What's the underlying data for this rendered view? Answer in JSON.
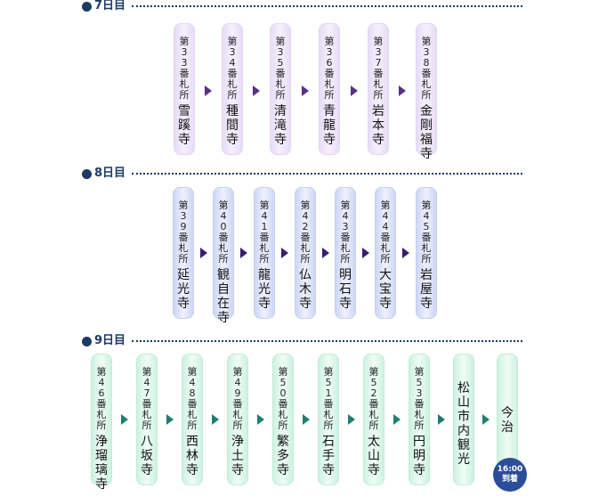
{
  "days": [
    {
      "label": "7日目",
      "theme": "v7",
      "stops": [
        {
          "number": "第33番札所",
          "name": "雪蹊寺"
        },
        {
          "number": "第34番札所",
          "name": "種間寺"
        },
        {
          "number": "第35番札所",
          "name": "清滝寺"
        },
        {
          "number": "第36番札所",
          "name": "青龍寺"
        },
        {
          "number": "第37番札所",
          "name": "岩本寺"
        },
        {
          "number": "第38番札所",
          "name": "金剛福寺"
        }
      ]
    },
    {
      "label": "8日目",
      "theme": "v8",
      "stops": [
        {
          "number": "第39番札所",
          "name": "延光寺"
        },
        {
          "number": "第40番札所",
          "name": "観自在寺"
        },
        {
          "number": "第41番札所",
          "name": "龍光寺"
        },
        {
          "number": "第42番札所",
          "name": "仏木寺"
        },
        {
          "number": "第43番札所",
          "name": "明石寺"
        },
        {
          "number": "第44番札所",
          "name": "大宝寺"
        },
        {
          "number": "第45番札所",
          "name": "岩屋寺"
        }
      ]
    },
    {
      "label": "9日目",
      "theme": "v9",
      "stops": [
        {
          "number": "第46番札所",
          "name": "浄瑠璃寺"
        },
        {
          "number": "第47番札所",
          "name": "八坂寺"
        },
        {
          "number": "第48番札所",
          "name": "西林寺"
        },
        {
          "number": "第49番札所",
          "name": "浄土寺"
        },
        {
          "number": "第50番札所",
          "name": "繁多寺"
        },
        {
          "number": "第51番札所",
          "name": "石手寺"
        },
        {
          "number": "第52番札所",
          "name": "太山寺"
        },
        {
          "number": "第53番札所",
          "name": "円明寺"
        },
        {
          "number": "",
          "name": "松山市内観光"
        },
        {
          "number": "",
          "name": "今治"
        }
      ],
      "arrival": {
        "time": "16:00",
        "label": "到着"
      }
    }
  ],
  "colors": {
    "heading": "#1b3a66",
    "arrow_day7": "#5a2f85",
    "arrow_day8": "#3a1d6e",
    "arrow_day9": "#1d7f73",
    "badge": "#2c4d9a"
  }
}
